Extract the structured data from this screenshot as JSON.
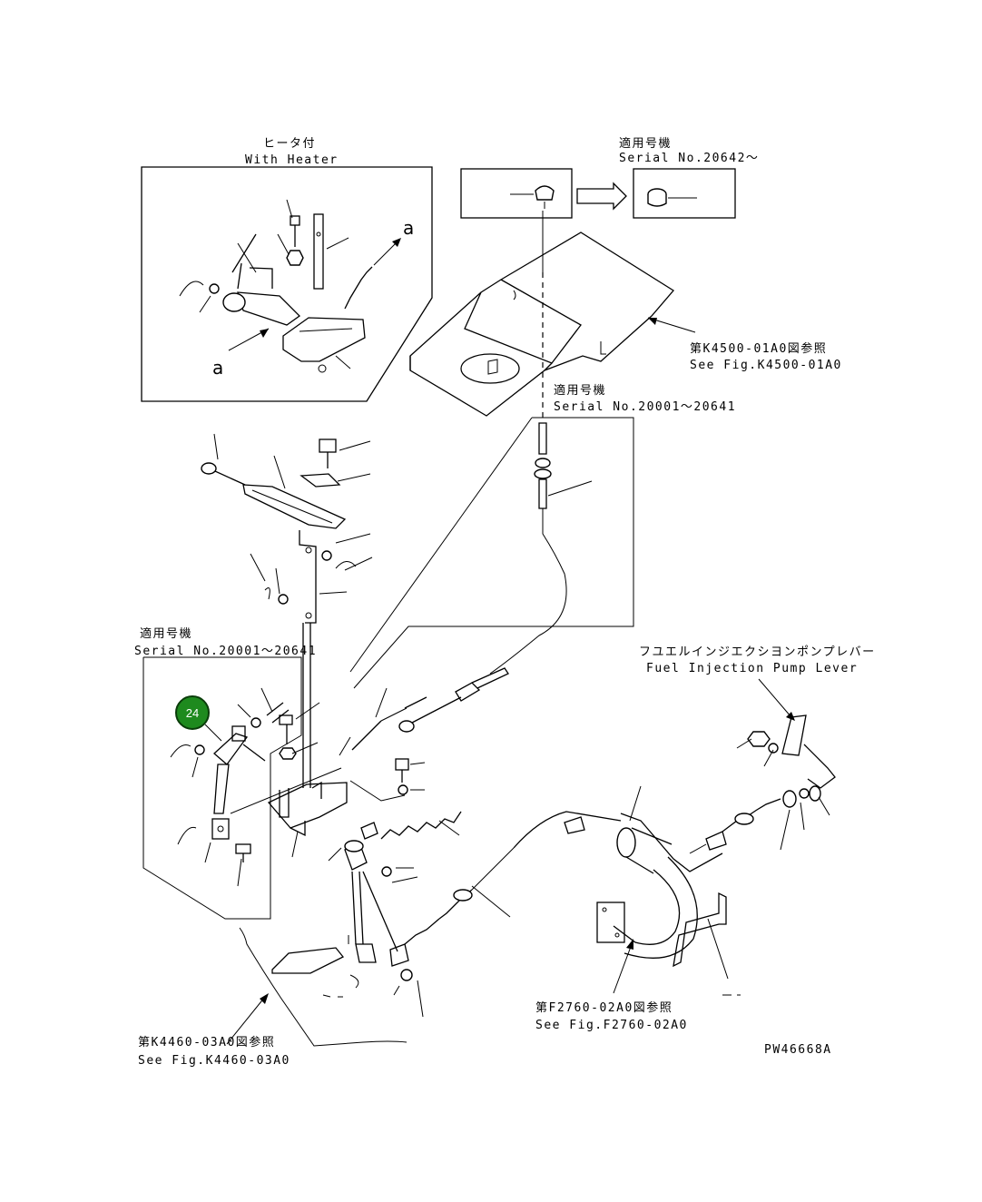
{
  "colors": {
    "line": "#000000",
    "background": "#ffffff",
    "badge_fill": "#1e8a1e",
    "badge_ring": "#0a3d0a",
    "badge_text": "#ffffff"
  },
  "labels": {
    "heater_jp": "ヒータ付",
    "heater_en": "With Heater",
    "serial_top_jp": "適用号機",
    "serial_top_en": "Serial No.20642～",
    "ref_k4500_jp": "第K4500-01A0図参照",
    "ref_k4500_en": "See Fig.K4500-01A0",
    "serial_mid_jp": "適用号機",
    "serial_mid_en": "Serial No.20001～20641",
    "serial_left_jp": "適用号機",
    "serial_left_en": "Serial No.20001～20641",
    "fuel_jp": "フユエルインジエクシヨンポンプレバー",
    "fuel_en": "Fuel Injection Pump Lever",
    "ref_f2760_jp": "第F2760-02A0図参照",
    "ref_f2760_en": "See Fig.F2760-02A0",
    "ref_k4460_jp": "第K4460-03A0図参照",
    "ref_k4460_en": "See Fig.K4460-03A0",
    "drawing_no": "PW46668A",
    "view_a_top": "a",
    "view_a_bottom": "a"
  },
  "badge": {
    "number": "24"
  }
}
